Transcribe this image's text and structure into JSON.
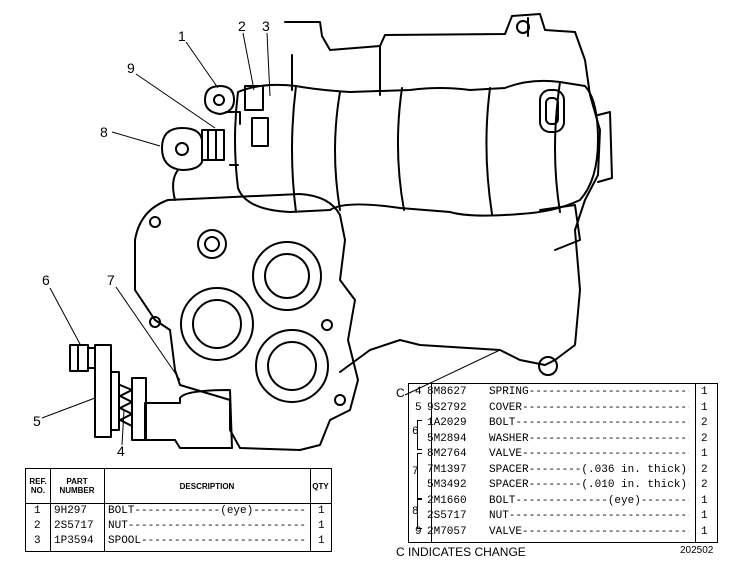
{
  "callouts": [
    "1",
    "2",
    "3",
    "4",
    "5",
    "6",
    "7",
    "8",
    "9"
  ],
  "left_table": {
    "headers": {
      "ref": "REF. NO.",
      "part": "PART NUMBER",
      "desc": "DESCRIPTION",
      "qty": "QTY"
    },
    "rows": [
      {
        "ref": "1",
        "part": "9H297",
        "desc": "BOLT-------------(eye)--------------------",
        "qty": "1"
      },
      {
        "ref": "2",
        "part": "2S5717",
        "desc": "NUT----------------------------------------",
        "qty": "1"
      },
      {
        "ref": "3",
        "part": "1P3594",
        "desc": "SPOOL--------------------------------------",
        "qty": "1"
      }
    ]
  },
  "right_table": {
    "change_marker": "C",
    "rows": [
      {
        "ref": "4",
        "part": "8M8627",
        "desc": "SPRING-----------------------------",
        "qty": "1"
      },
      {
        "ref": "5",
        "part": "9S2792",
        "desc": "COVER------------------------------",
        "qty": "1"
      },
      {
        "ref": "",
        "part": "1A2029",
        "desc": "BOLT-------------------------------",
        "qty": "2"
      },
      {
        "ref": "",
        "part": "5M2894",
        "desc": "WASHER-----------------------------",
        "qty": "2"
      },
      {
        "ref": "",
        "part": "8M2764",
        "desc": "VALVE------------------------------",
        "qty": "1"
      },
      {
        "ref": "",
        "part": "7M1397",
        "desc": "SPACER--------(.036 in. thick)-----",
        "qty": "2"
      },
      {
        "ref": "",
        "part": "5M3492",
        "desc": "SPACER--------(.010 in. thick)-----",
        "qty": "2"
      },
      {
        "ref": "",
        "part": "2M1660",
        "desc": "BOLT--------------(eye)------------",
        "qty": "1"
      },
      {
        "ref": "",
        "part": "2S5717",
        "desc": "NUT--------------------------------",
        "qty": "1"
      },
      {
        "ref": "9",
        "part": "2M7057",
        "desc": "VALVE------------------------------",
        "qty": "1"
      }
    ],
    "group_refs": [
      {
        "ref": "6"
      },
      {
        "ref": "7"
      },
      {
        "ref": "8"
      }
    ]
  },
  "footer": "C INDICATES CHANGE",
  "figure_number": "202502"
}
